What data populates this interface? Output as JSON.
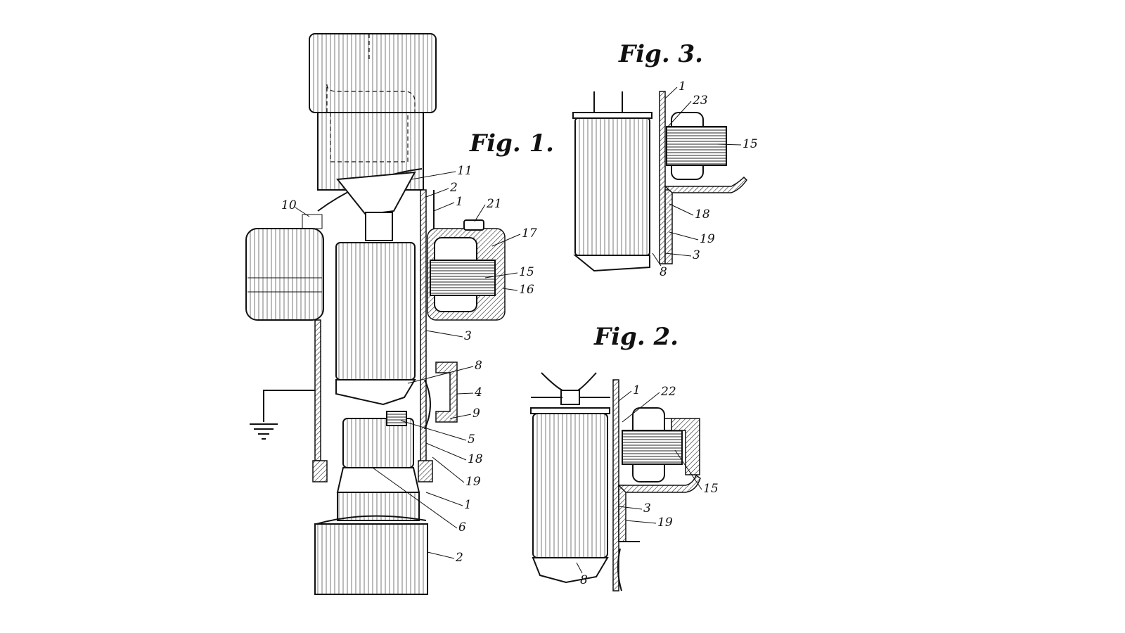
{
  "figures": {
    "fig1": {
      "title": "Fig. 1.",
      "labels": [
        "11",
        "2",
        "1",
        "21",
        "10",
        "17",
        "15",
        "16",
        "3",
        "8",
        "4",
        "9",
        "5",
        "18",
        "19",
        "1",
        "6",
        "2"
      ]
    },
    "fig2": {
      "title": "Fig. 2.",
      "labels": [
        "1",
        "22",
        "15",
        "3",
        "19",
        "8"
      ]
    },
    "fig3": {
      "title": "Fig. 3.",
      "labels": [
        "1",
        "23",
        "15",
        "18",
        "19",
        "3",
        "8"
      ]
    }
  }
}
